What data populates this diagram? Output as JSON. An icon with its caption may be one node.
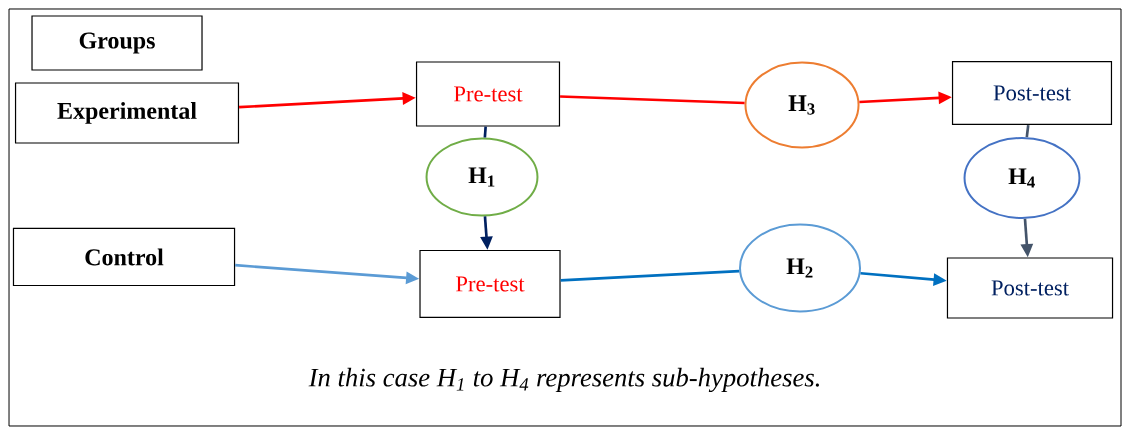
{
  "diagram": {
    "caption": "In this case H$_{1}$ to H$_{4}$ represents sub-hypotheses.",
    "nodes": [
      {
        "text": [
          "Groups"
        ]
      },
      {
        "text": [
          "Experimental"
        ]
      },
      {
        "text": [
          "Pre-test"
        ]
      },
      {
        "text": [
          "H$_{3}$"
        ]
      },
      {
        "text": [
          "Post-test"
        ]
      },
      {
        "text": [
          "H$_{1}$"
        ]
      },
      {
        "text": [
          "H$_{4}$"
        ]
      },
      {
        "text": [
          "Control"
        ]
      },
      {
        "text": [
          "Pre-test"
        ]
      },
      {
        "text": [
          "H$_{2}$"
        ]
      },
      {
        "text": [
          "Post-test"
        ]
      }
    ],
    "edges": [
      {
        "from": 1,
        "to": 2,
        "arrow": "to",
        "color": "#ff0000"
      },
      {
        "from": 2,
        "to": 3,
        "arrow": "none",
        "color": "#ff0000"
      },
      {
        "from": 3,
        "to": 4,
        "arrow": "to",
        "color": "#ff0000"
      },
      {
        "from": 2,
        "to": 5,
        "arrow": "none",
        "color": "#002060"
      },
      {
        "from": 5,
        "to": 8,
        "arrow": "to",
        "color": "#002060"
      },
      {
        "from": 4,
        "to": 6,
        "arrow": "none",
        "color": "#44546a"
      },
      {
        "from": 6,
        "to": 10,
        "arrow": "to",
        "color": "#44546a"
      },
      {
        "from": 7,
        "to": 8,
        "arrow": "to",
        "color": "#5b9bd5"
      },
      {
        "from": 8,
        "to": 9,
        "arrow": "none",
        "color": "#0070c0"
      },
      {
        "from": 9,
        "to": 10,
        "arrow": "to",
        "color": "#0070c0"
      }
    ]
  }
}
